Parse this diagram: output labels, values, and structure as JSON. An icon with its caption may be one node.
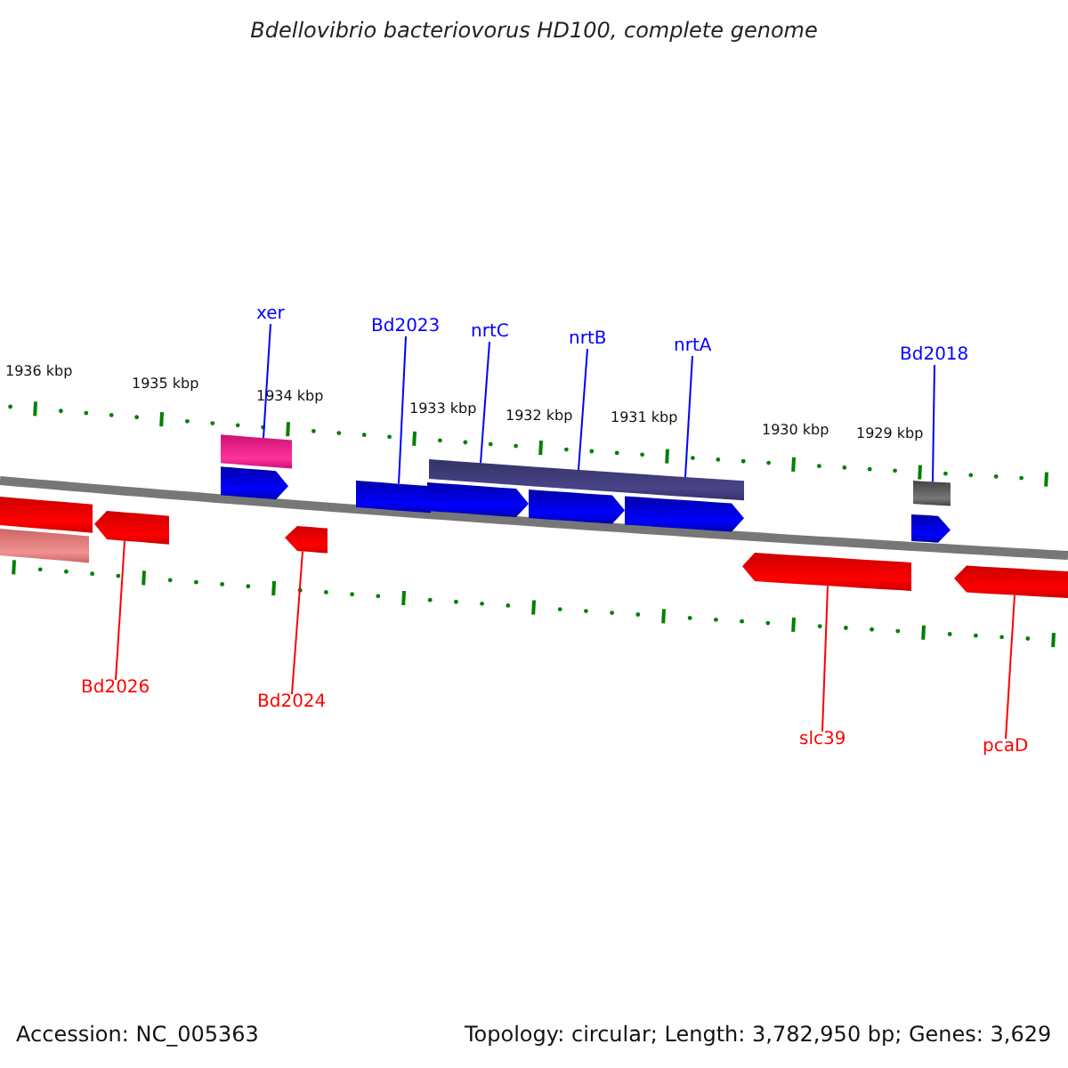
{
  "diagram": {
    "title": "Bdellovibrio bacteriovorus HD100, complete genome",
    "nodes": [
      {
        "text": [
          "xer"
        ]
      },
      {
        "text": [
          "Bd2023"
        ]
      },
      {
        "text": [
          "nrtC"
        ]
      },
      {
        "text": [
          "nrtB"
        ]
      },
      {
        "text": [
          "nrtA"
        ]
      },
      {
        "text": [
          "Bd2018"
        ]
      },
      {
        "text": [
          "Bd2026"
        ]
      },
      {
        "text": [
          "Bd2024"
        ]
      },
      {
        "text": [
          "slc39"
        ]
      },
      {
        "text": [
          "pcaD"
        ]
      },
      {
        "text": [],
        "shape": "bar"
      },
      {
        "text": [],
        "shape": "bar"
      },
      {
        "text": [],
        "shape": "pentagon"
      },
      {
        "text": [],
        "shape": "bar"
      },
      {
        "text": [],
        "shape": "pentagon"
      },
      {
        "text": [],
        "shape": "pentagon"
      },
      {
        "text": [],
        "shape": "bar"
      },
      {
        "text": [],
        "shape": "pentagon"
      },
      {
        "text": [],
        "shape": "bar"
      },
      {
        "text": [],
        "shape": "pentagon"
      },
      {
        "text": [],
        "shape": "pentagon"
      },
      {
        "text": [],
        "shape": "pentagon"
      },
      {
        "text": [],
        "shape": "bar"
      },
      {
        "text": [],
        "shape": "pentagon"
      },
      {
        "text": [],
        "shape": "pentagon"
      }
    ],
    "edges": [
      {
        "from": 0,
        "to": 13,
        "arrow": "none"
      },
      {
        "from": 1,
        "to": 16,
        "arrow": "none"
      },
      {
        "from": 2,
        "to": 18,
        "arrow": "none"
      },
      {
        "from": 3,
        "to": 18,
        "arrow": "none"
      },
      {
        "from": 4,
        "to": 18,
        "arrow": "none"
      },
      {
        "from": 5,
        "to": 22,
        "arrow": "none"
      },
      {
        "from": 6,
        "to": 12,
        "arrow": "none",
        "color": "#ff0000"
      },
      {
        "from": 7,
        "to": 15,
        "arrow": "none",
        "color": "#ff0000"
      },
      {
        "from": 8,
        "to": 21,
        "arrow": "none",
        "color": "#ff0000"
      },
      {
        "from": 9,
        "to": 24,
        "arrow": "none",
        "color": "#ff0000"
      }
    ],
    "labels": [
      "1936 kbp",
      "1935 kbp",
      "1934 kbp",
      "1933 kbp",
      "1932 kbp",
      "1931 kbp",
      "1930 kbp",
      "1929 kbp",
      "Accession: NC_005363",
      "Topology: circular; Length: 3,782,950 bp; Genes: 3,629"
    ]
  }
}
